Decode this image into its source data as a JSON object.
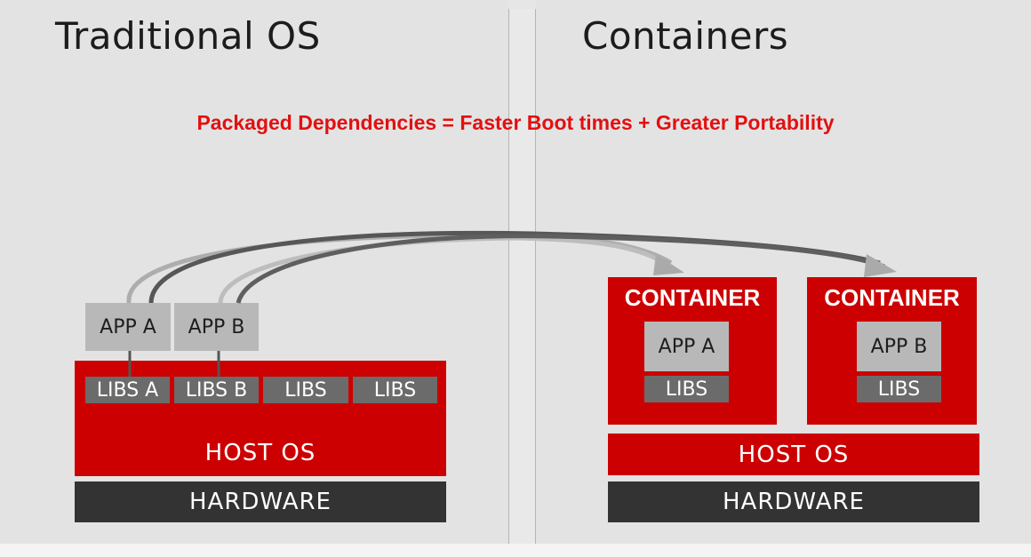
{
  "panels": {
    "left_title": "Traditional OS",
    "right_title": "Containers"
  },
  "caption": "Packaged Dependencies = Faster Boot times + Greater Portability",
  "traditional": {
    "apps": [
      "APP A",
      "APP B"
    ],
    "libs": [
      "LIBS A",
      "LIBS B",
      "LIBS",
      "LIBS"
    ],
    "host": "HOST OS",
    "hardware": "HARDWARE"
  },
  "containers": {
    "items": [
      {
        "title": "CONTAINER",
        "app": "APP A",
        "libs": "LIBS"
      },
      {
        "title": "CONTAINER",
        "app": "APP B",
        "libs": "LIBS"
      }
    ],
    "host": "HOST OS",
    "hardware": "HARDWARE"
  },
  "colors": {
    "red": "#cc0000",
    "dark": "#333333",
    "app_gray": "#b8b8b8",
    "libs_gray": "#6b6b6b",
    "caption_red": "#e21010"
  }
}
